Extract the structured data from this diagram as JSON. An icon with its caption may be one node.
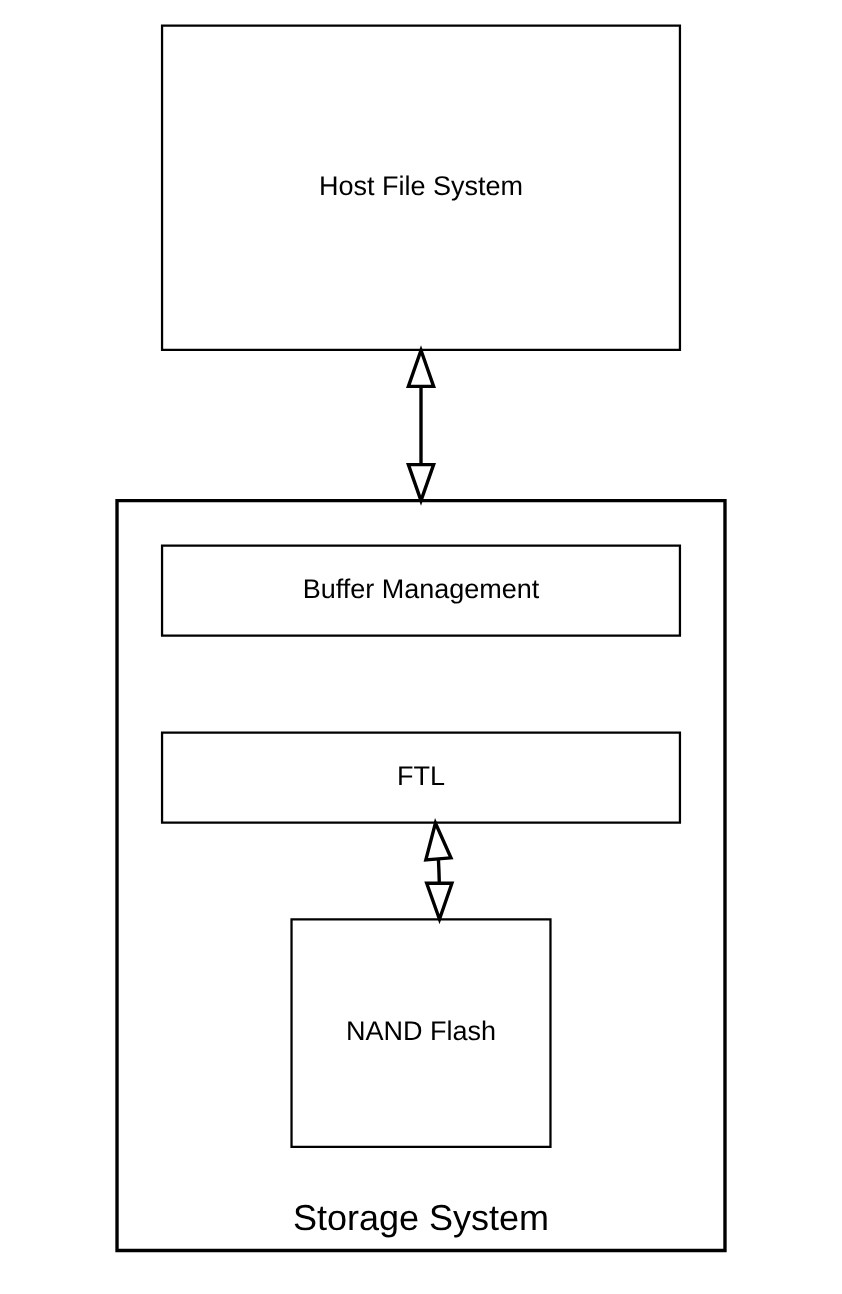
{
  "diagram": {
    "nodes": [
      {
        "text": [
          "Host File System"
        ]
      },
      {
        "text": [
          "Storage System"
        ]
      },
      {
        "text": [
          "Buffer Management"
        ],
        "in": 1
      },
      {
        "text": [
          "FTL"
        ],
        "in": 1
      },
      {
        "text": [
          "NAND Flash"
        ],
        "in": 1
      }
    ],
    "edges": [
      {
        "from": 0,
        "to": 1,
        "arrow": "both"
      },
      {
        "from": 3,
        "to": 4,
        "arrow": "both"
      }
    ]
  }
}
